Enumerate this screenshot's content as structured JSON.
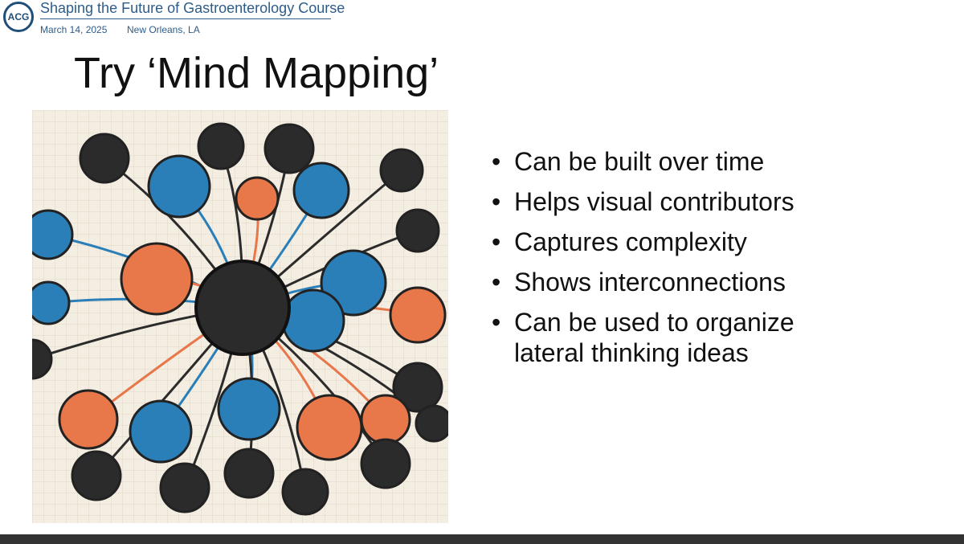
{
  "header": {
    "logo_text": "ACG",
    "course_title": "Shaping the Future of Gastroenterology Course",
    "date": "March 14, 2025",
    "location": "New Orleans, LA"
  },
  "slide": {
    "title": "Try ‘Mind Mapping’",
    "bullets": [
      {
        "text": "Can be built over time"
      },
      {
        "text": "Helps visual contributors"
      },
      {
        "text": "Captures complexity"
      },
      {
        "text": "Shows interconnections"
      },
      {
        "text": "Can be used to organize",
        "cont": "lateral thinking ideas"
      }
    ],
    "bullet_glyph": "•"
  },
  "colors": {
    "brand": "#2e5c8a",
    "orange": "#e8774a",
    "blue": "#2a7fb8",
    "dark": "#2b2b2b"
  }
}
